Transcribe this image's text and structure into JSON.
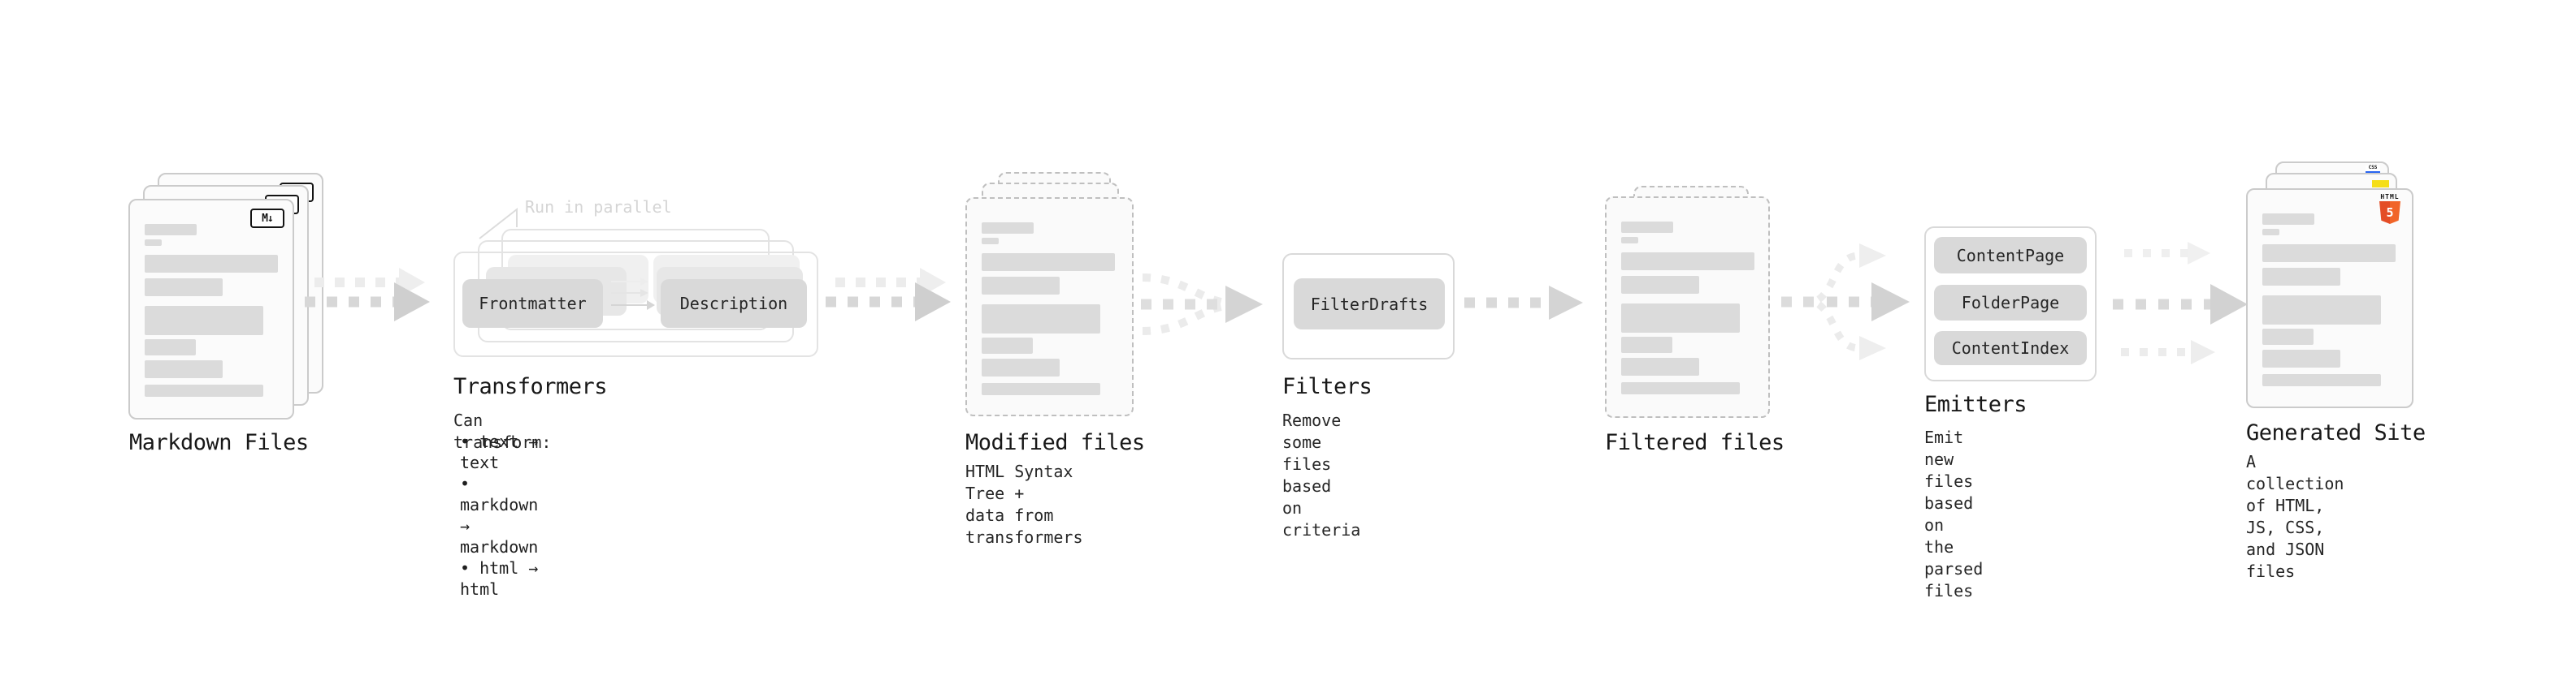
{
  "diagram": {
    "markdown": {
      "title": "Markdown Files",
      "badge": "M↓"
    },
    "transformers": {
      "note": "Run in parallel",
      "chip_from": "Frontmatter",
      "chip_to": "Description",
      "title": "Transformers",
      "subtitle": "Can transform:",
      "bullets": [
        "• text → text",
        "• markdown → markdown",
        "• html → html"
      ]
    },
    "modified": {
      "title": "Modified files",
      "subtitle": "HTML Syntax Tree +\ndata from transformers"
    },
    "filters": {
      "chip": "FilterDrafts",
      "title": "Filters",
      "subtitle": "Remove some files based\non criteria"
    },
    "filtered": {
      "title": "Filtered files"
    },
    "emitters": {
      "chips": [
        "ContentPage",
        "FolderPage",
        "ContentIndex"
      ],
      "title": "Emitters",
      "subtitle": "Emit new files based on\nthe parsed files"
    },
    "generated": {
      "title": "Generated Site",
      "subtitle": "A collection of HTML,\nJS, CSS, and JSON files",
      "html_badge_word": "HTML",
      "html_badge_number": "5",
      "css_badge": "CSS"
    },
    "colors": {
      "markdown_badge": "#141414",
      "html5_orange": "#e44d26",
      "js_yellow": "#f5de19",
      "css_blue": "#2965f1",
      "chip_gray": "#d9d9d9",
      "arrow_gray": "#d2d2d2"
    }
  }
}
